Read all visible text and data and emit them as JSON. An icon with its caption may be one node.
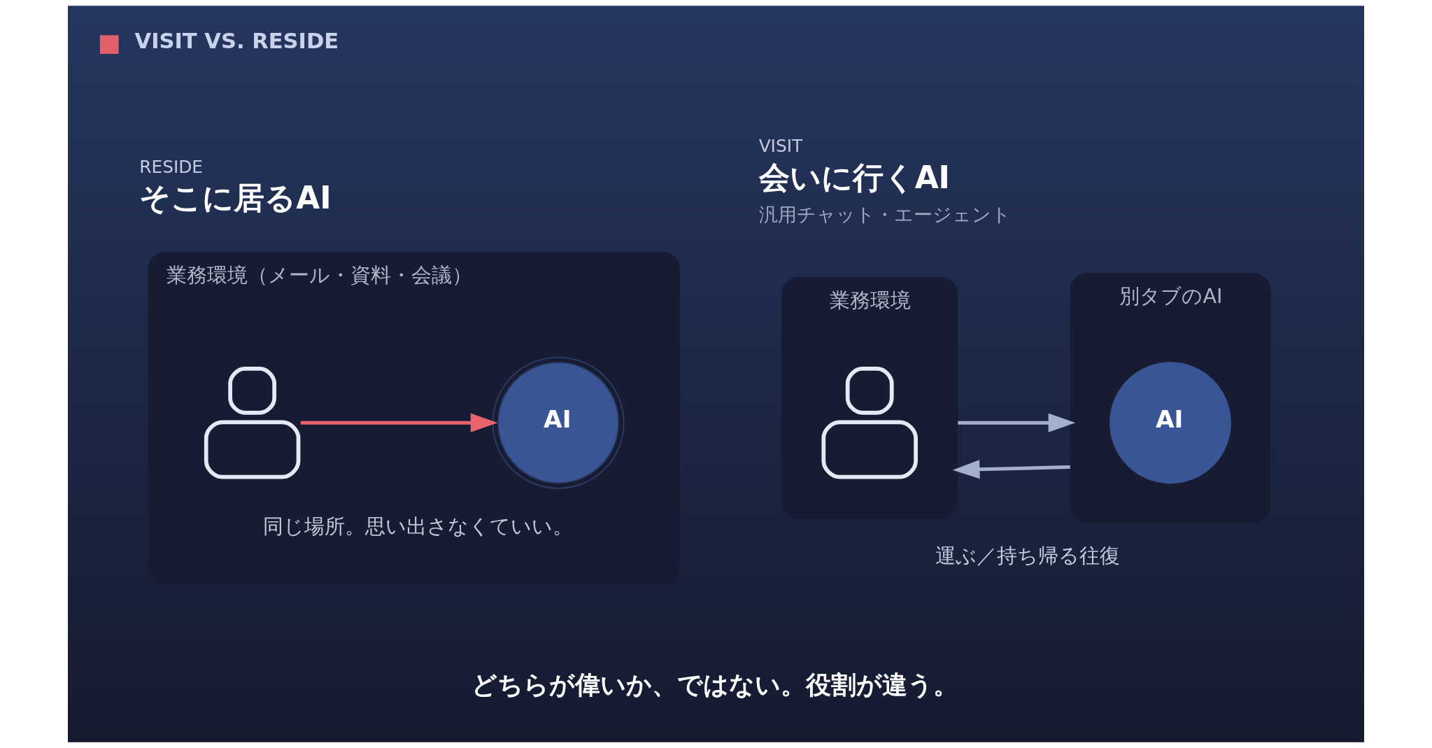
{
  "diagram": {
    "title": "VISIT VS. RESIDE",
    "caption": "どちらが偉いか、ではない。役割が違う。",
    "nodes": [
      {
        "text": [
          "業務環境（メール・資料・会議）"
        ]
      },
      {
        "text": [],
        "shape": "person",
        "in": 0
      },
      {
        "text": [
          "AI"
        ],
        "in": 0
      },
      {
        "text": [
          "業務環境"
        ]
      },
      {
        "text": [],
        "shape": "person",
        "in": 3
      },
      {
        "text": [
          "別タブのAI"
        ]
      },
      {
        "text": [
          "AI"
        ],
        "in": 5
      }
    ],
    "edges": [
      {
        "from": 1,
        "to": 2,
        "arrow": "to",
        "color": "#e8636b"
      },
      {
        "from": 3,
        "to": 5,
        "arrow": "to"
      },
      {
        "from": 5,
        "to": 3,
        "arrow": "to"
      }
    ],
    "labels": [
      "RESIDE",
      "そこに居るAI",
      "同じ場所。思い出さなくていい。",
      "VISIT",
      "会いに行くAI",
      "汎用チャット・エージェント",
      "運ぶ／持ち帰る往復"
    ]
  }
}
